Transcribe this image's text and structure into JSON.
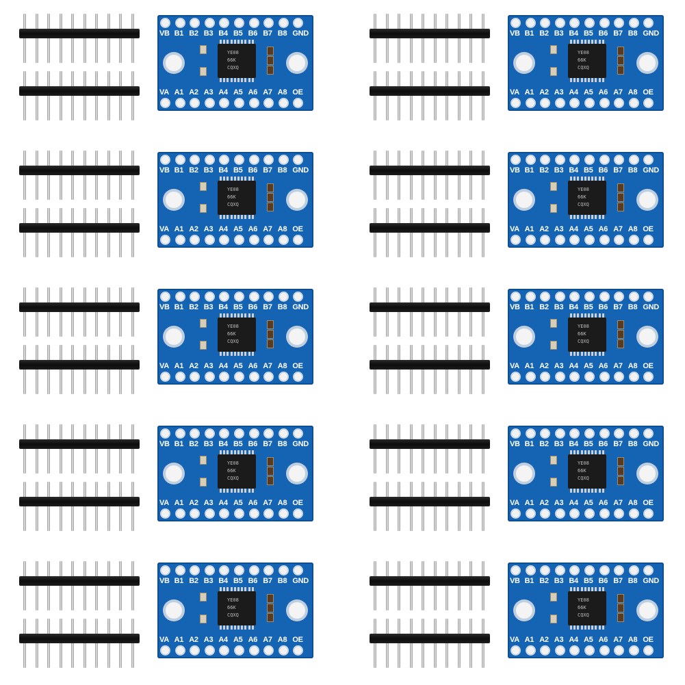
{
  "scene": {
    "description_visible_count": 10,
    "board_top_labels": [
      "VB",
      "B1",
      "B2",
      "B3",
      "B4",
      "B5",
      "B6",
      "B7",
      "B8",
      "GND"
    ],
    "board_bottom_labels": [
      "VA",
      "A1",
      "A2",
      "A3",
      "A4",
      "A5",
      "A6",
      "A7",
      "A8",
      "OE"
    ],
    "chip_marking": [
      "YE08",
      "66K",
      "CQXQ"
    ],
    "colors": {
      "pcb": "#1564b4",
      "header": "#111111",
      "pin": "#c8c8c8",
      "background": "#ffffff"
    }
  }
}
